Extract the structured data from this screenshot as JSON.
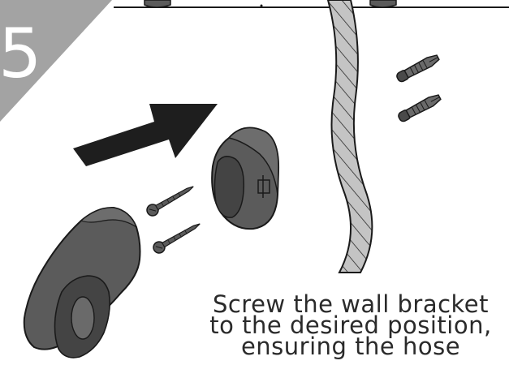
{
  "step": {
    "number": "5",
    "badge_color": "#a3a3a3"
  },
  "instruction": {
    "lines": [
      "Screw the wall bracket",
      "to the desired position,",
      "ensuring the hose"
    ]
  },
  "colors": {
    "part_fill": "#5b5b5b",
    "part_dark": "#3f3f3f",
    "outline": "#1a1a1a",
    "wall_hatch": "#a8a8a8",
    "arrow": "#1e1e1e"
  },
  "icons": [
    "direction-arrow-icon",
    "wall-section-icon",
    "wall-plug-icon",
    "screw-icon",
    "wall-bracket-icon",
    "shower-holder-icon"
  ]
}
